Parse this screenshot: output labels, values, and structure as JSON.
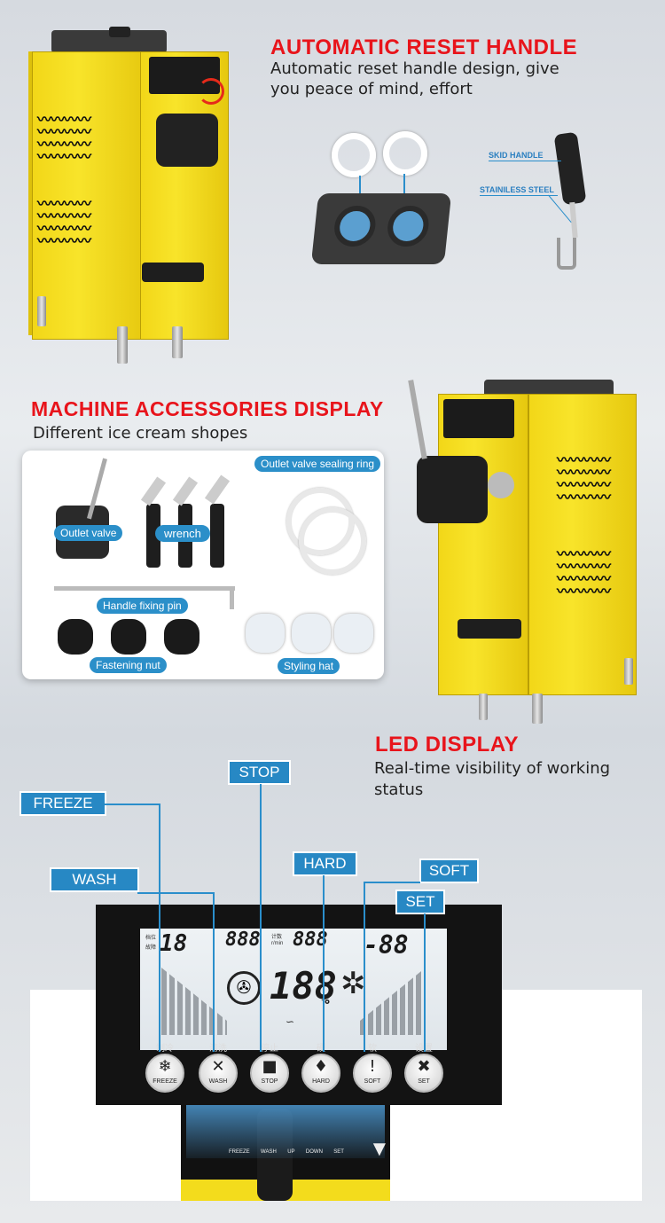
{
  "section1": {
    "title": "AUTOMATIC RESET HANDLE",
    "desc_line1": "Automatic reset handle design, give",
    "desc_line2": "you peace of mind, effort",
    "label_skid": "SKID HANDLE",
    "label_steel": "STAINILESS STEEL"
  },
  "section2": {
    "title": "MACHINE ACCESSORIES DISPLAY",
    "desc": "Different ice cream shopes",
    "accessories": {
      "outlet_valve": "Outlet valve",
      "wrench": "wrench",
      "sealing_ring": "Outlet valve sealing ring",
      "fixing_pin": "Handle fixing pin",
      "fastening_nut": "Fastening nut",
      "styling_hat": "Styling hat"
    }
  },
  "section3": {
    "title": "LED DISPLAY",
    "desc_line1": "Real-time visibility of working",
    "desc_line2": "status",
    "tags": {
      "freeze": "FREEZE",
      "wash": "WASH",
      "stop": "STOP",
      "hard": "HARD",
      "soft": "SOFT",
      "set": "SET"
    },
    "lcd": {
      "small_1": "档位",
      "small_2": "故障",
      "digit_1": "18",
      "digit_2": "888",
      "small_3": "计数",
      "small_4": "r/min",
      "digit_3": "888",
      "digit_4": "-88",
      "big": "188",
      "percent": "%"
    },
    "buttons": [
      {
        "cn": "制冷",
        "en": "FREEZE",
        "glyph": "❄"
      },
      {
        "cn": "清洗",
        "en": "WASH",
        "glyph": "✕"
      },
      {
        "cn": "停止",
        "en": "STOP",
        "glyph": "■"
      },
      {
        "cn": "硬",
        "en": "HARD",
        "glyph": "♦"
      },
      {
        "cn": "软",
        "en": "SOFT",
        "glyph": "!"
      },
      {
        "cn": "设置",
        "en": "SET",
        "glyph": "✖"
      }
    ],
    "mini_labels": [
      "FREEZE",
      "WASH",
      "UP",
      "DOWN",
      "SET"
    ]
  },
  "colors": {
    "heading_red": "#e8141b",
    "accent_blue": "#2788c4",
    "machine_yellow": "#f5dc1e"
  }
}
